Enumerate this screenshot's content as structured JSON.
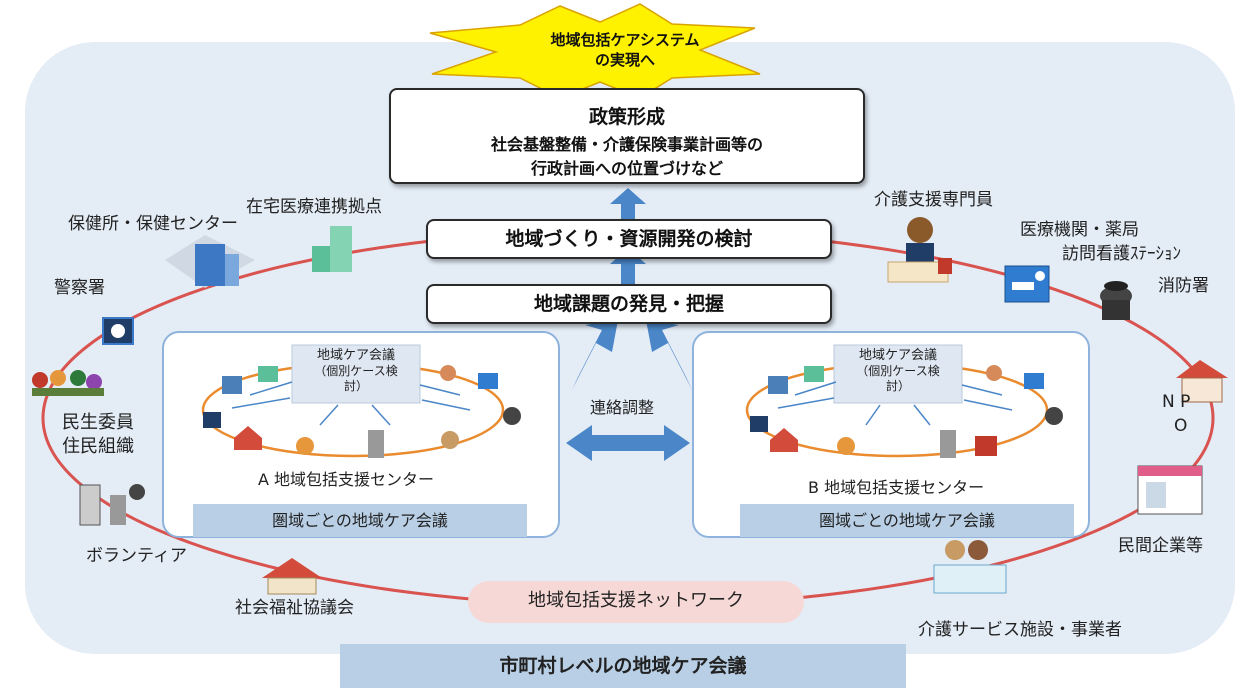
{
  "colors": {
    "outer_fill": "#e4ecf6",
    "ring": "#d9534f",
    "arrow": "#4a86c8",
    "starburst": "#fff200",
    "network_pill": "#f6d9d6",
    "bottom_bar": "#b8cfe6",
    "center_panel_border": "#8fb3dc"
  },
  "top_burst": {
    "line1": "地域包括ケアシステム",
    "line2": "の実現へ"
  },
  "policy_box": {
    "title": "政策形成",
    "line2": "社会基盤整備・介護保険事業計画等の",
    "line3": "行政計画への位置づけなど"
  },
  "box_resource": "地域づくり・資源開発の検討",
  "box_issue": "地域課題の発見・把握",
  "liaison_label": "連絡調整",
  "center_a": {
    "meeting_line1": "地域ケア会議",
    "meeting_line2": "（個別ケース検",
    "meeting_line3": "討）",
    "center_name": "A 地域包括支援センター",
    "bar_label": "圏域ごとの地域ケア会議"
  },
  "center_b": {
    "meeting_line1": "地域ケア会議",
    "meeting_line2": "（個別ケース検",
    "meeting_line3": "討）",
    "center_name": "B 地域包括支援センター",
    "bar_label": "圏域ごとの地域ケア会議"
  },
  "ring_labels": {
    "hokenjo": "保健所・保健センター",
    "zaitaku": "在宅医療連携拠点",
    "keisatsu": "警察署",
    "minsei1": "民生委員",
    "minsei2": "住民組織",
    "volunteer": "ボランティア",
    "shakyo": "社会福祉協議会",
    "caremanager": "介護支援専門員",
    "iryo1": "医療機関・薬局",
    "iryo2": "訪問看護ｽﾃｰｼｮﾝ",
    "shobo": "消防署",
    "npo1": "N P",
    "npo2": "O",
    "minkan": "民間企業等",
    "kaigo": "介護サービス施設・事業者"
  },
  "network_label": "地域包括支援ネットワーク",
  "bottom_bar": "市町村レベルの地域ケア会議"
}
